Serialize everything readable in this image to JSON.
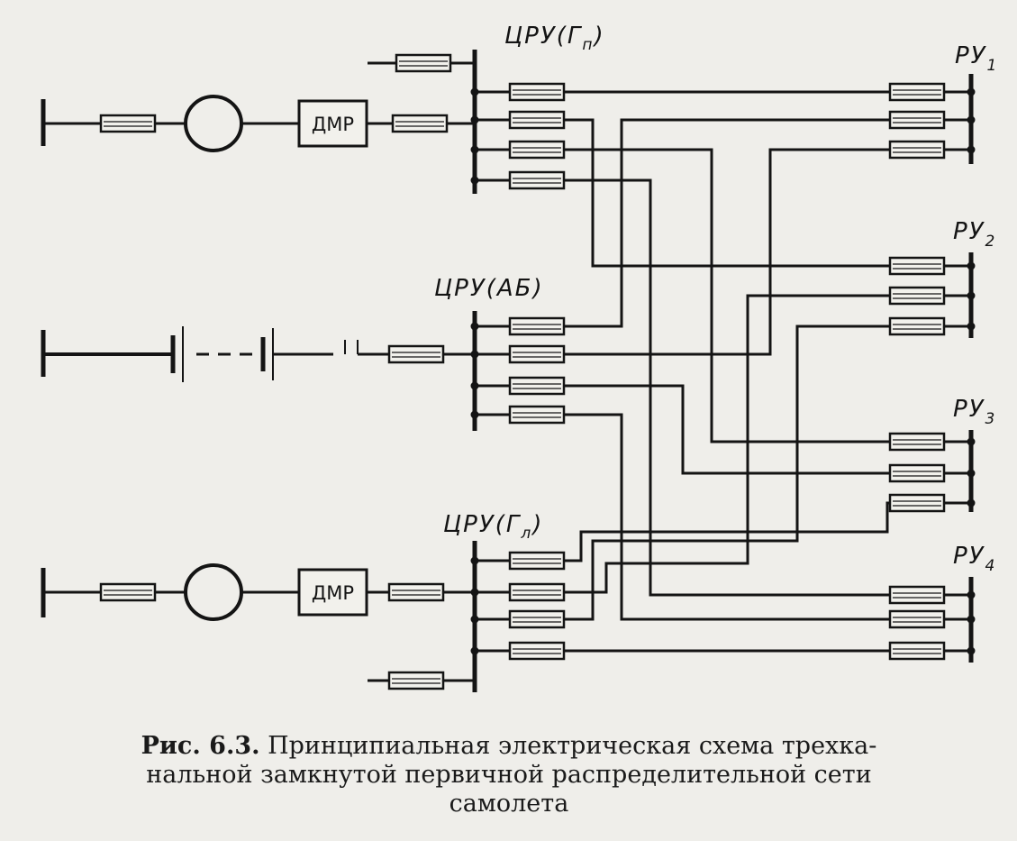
{
  "labels": {
    "cru_gp": "ЦРУ(Г",
    "cru_gp_sub": "п",
    "cru_ab": "ЦРУ(АБ)",
    "cru_gl": "ЦРУ(Г",
    "cru_gl_sub": "л",
    "close_paren": ")",
    "ru_prefix": "РУ",
    "ru1": "1",
    "ru2": "2",
    "ru3": "3",
    "ru4": "4",
    "dmr_top": "ДМР",
    "dmr_bottom": "ДМР"
  },
  "caption": {
    "fig_number": "Рис. 6.3.",
    "line1": "Принципиальная электрическая схема трехка-",
    "line2": "нальной замкнутой первичной распределительной сети",
    "line3": "самолета"
  }
}
